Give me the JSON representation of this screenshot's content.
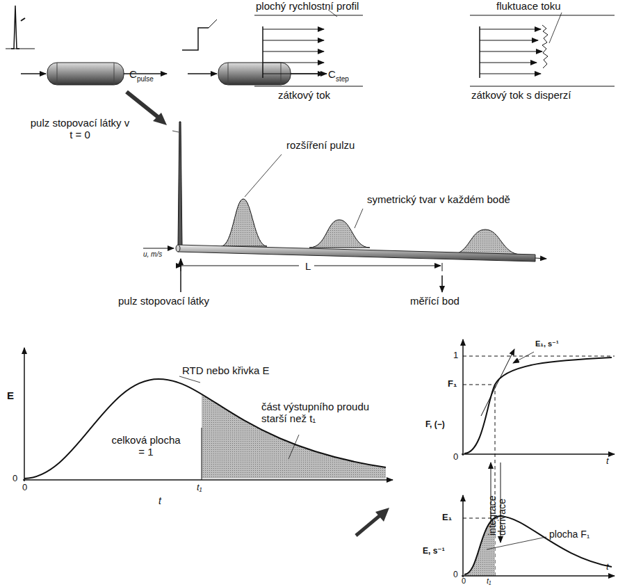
{
  "diagram": {
    "labels": [
      "C",
      "pulse",
      "C",
      "step",
      "plochý rychlostní profil",
      "zátkový tok",
      "fluktuace toku",
      "zátkový tok s disperzí",
      "pulz stopovací látky v t = 0",
      "rozšíření pulzu",
      "symetrický tvar v každém bodě",
      "u, m/s",
      "L",
      "pulz stopovací látky",
      "měřící bod",
      "E",
      "RTD nebo křivka E",
      "celková plocha = 1",
      "část výstupního proudu starší než t₁",
      "0",
      "0",
      "t₁",
      "t",
      "E₁, s⁻¹",
      "1",
      "F₁",
      "F, (−)",
      "0",
      "t",
      "integrace",
      "derivace",
      "E₁",
      "E, s⁻¹",
      "plocha F₁",
      "0",
      "0",
      "t₁",
      "t"
    ]
  }
}
